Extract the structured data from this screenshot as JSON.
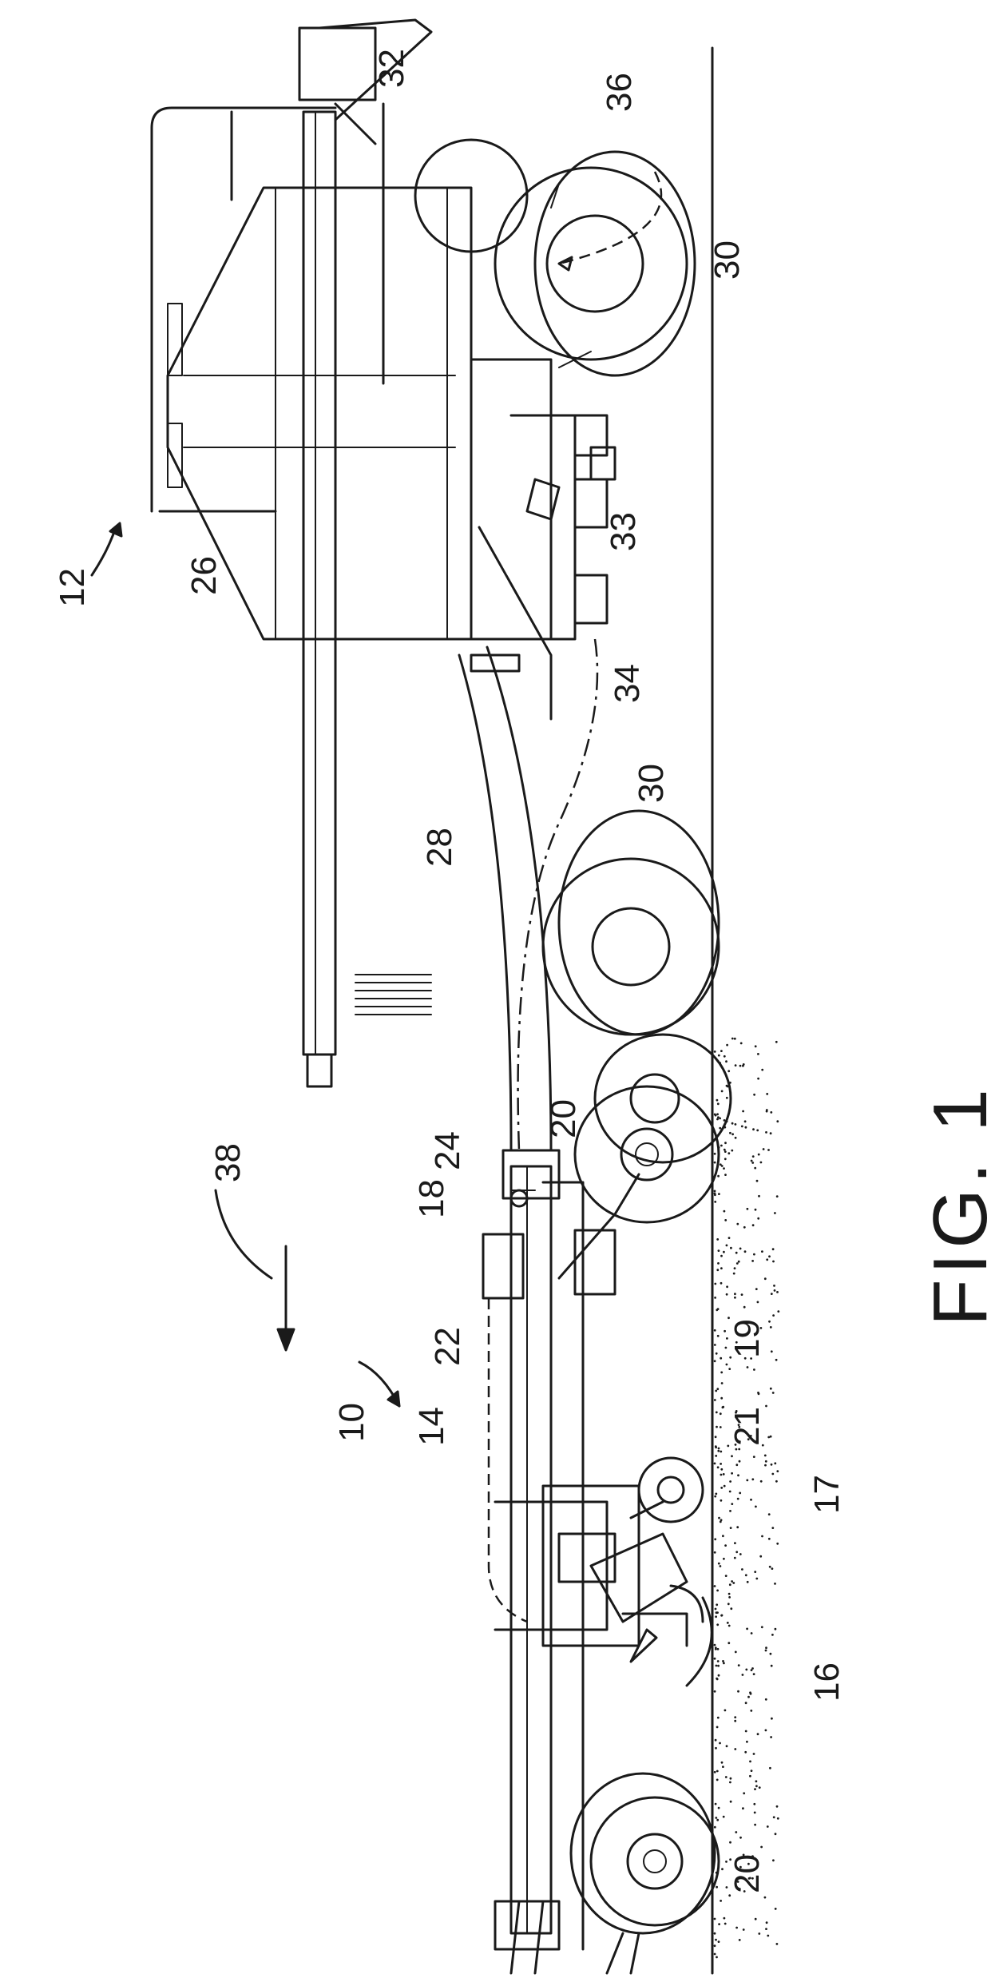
{
  "figure": {
    "title": "FIG. 1",
    "reference_numerals": {
      "r10": "10",
      "r12": "12",
      "r14": "14",
      "r16": "16",
      "r17": "17",
      "r18": "18",
      "r19": "19",
      "r20a": "20",
      "r20b": "20",
      "r21": "21",
      "r22": "22",
      "r24": "24",
      "r26": "26",
      "r28": "28",
      "r30a": "30",
      "r30b": "30",
      "r32": "32",
      "r33": "33",
      "r34": "34",
      "r36": "36",
      "r38": "38"
    }
  }
}
